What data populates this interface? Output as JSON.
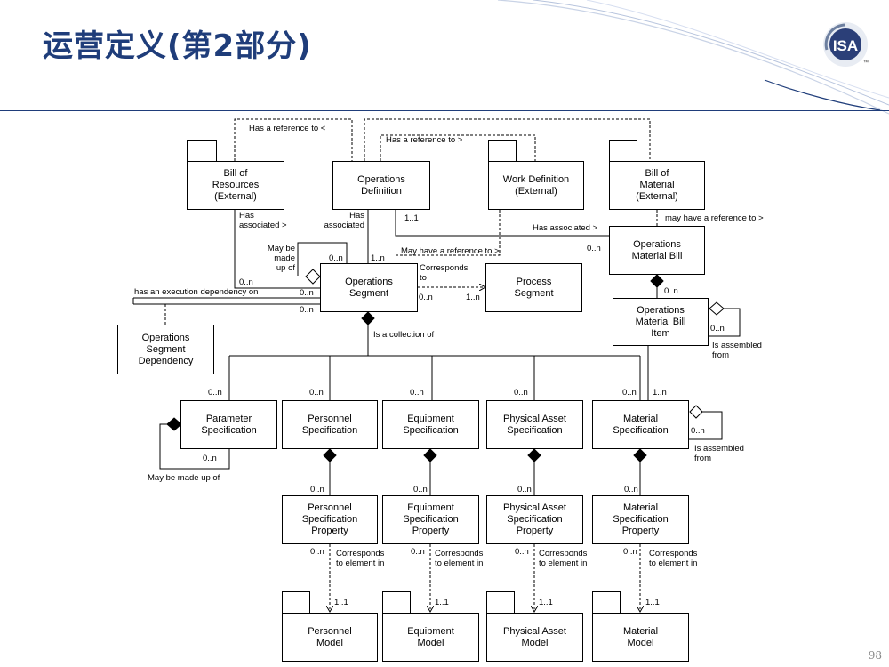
{
  "slide": {
    "title": "运营定义(第2部分)",
    "page_number": "98",
    "logo_text": "ISA",
    "logo_tm": "™"
  },
  "boxes": {
    "bill_of_resources": "Bill of\nResources\n(External)",
    "operations_definition": "Operations\nDefinition",
    "work_definition": "Work Definition\n(External)",
    "bill_of_material": "Bill of\nMaterial\n(External)",
    "operations_material_bill": "Operations\nMaterial Bill",
    "operations_segment": "Operations\nSegment",
    "process_segment": "Process\nSegment",
    "operations_material_bill_item": "Operations\nMaterial Bill\nItem",
    "operations_segment_dependency": "Operations\nSegment\nDependency",
    "parameter_specification": "Parameter\nSpecification",
    "personnel_specification": "Personnel\nSpecification",
    "equipment_specification": "Equipment\nSpecification",
    "physical_asset_specification": "Physical Asset\nSpecification",
    "material_specification": "Material\nSpecification",
    "personnel_specification_property": "Personnel\nSpecification\nProperty",
    "equipment_specification_property": "Equipment\nSpecification\nProperty",
    "physical_asset_specification_property": "Physical Asset\nSpecification\nProperty",
    "material_specification_property": "Material\nSpecification\nProperty",
    "personnel_model": "Personnel\nModel",
    "equipment_model": "Equipment\nModel",
    "physical_asset_model": "Physical Asset\nModel",
    "material_model": "Material\nModel"
  },
  "labels": {
    "has_ref_left": "Has a reference to <",
    "has_ref_right": "Has a reference to >",
    "has_associated_1": "Has\nassociated >",
    "has_associated_2": "Has\nassociated",
    "has_associated_3": "Has associated >",
    "may_have_ref_1": "may have a reference to >",
    "may_have_ref_2": "May have a reference to >",
    "may_be_made_up_of_1": "May be\nmade\nup of",
    "exec_dependency": "has an execution dependency on",
    "corresponds_to": "Corresponds\nto",
    "collection_of": "Is a collection of",
    "is_assembled_from_1": "Is assembled\nfrom",
    "is_assembled_from_2": "Is assembled\nfrom",
    "may_be_made_up_of_2": "May be made up of",
    "corr_elem_1": "Corresponds\nto element in",
    "corr_elem_2": "Corresponds\nto element in",
    "corr_elem_3": "Corresponds\nto element in",
    "corr_elem_4": "Corresponds\nto element in"
  },
  "multiplicities": {
    "m_0n": "0..n",
    "m_11": "1..1",
    "m_1n": "1..n"
  }
}
